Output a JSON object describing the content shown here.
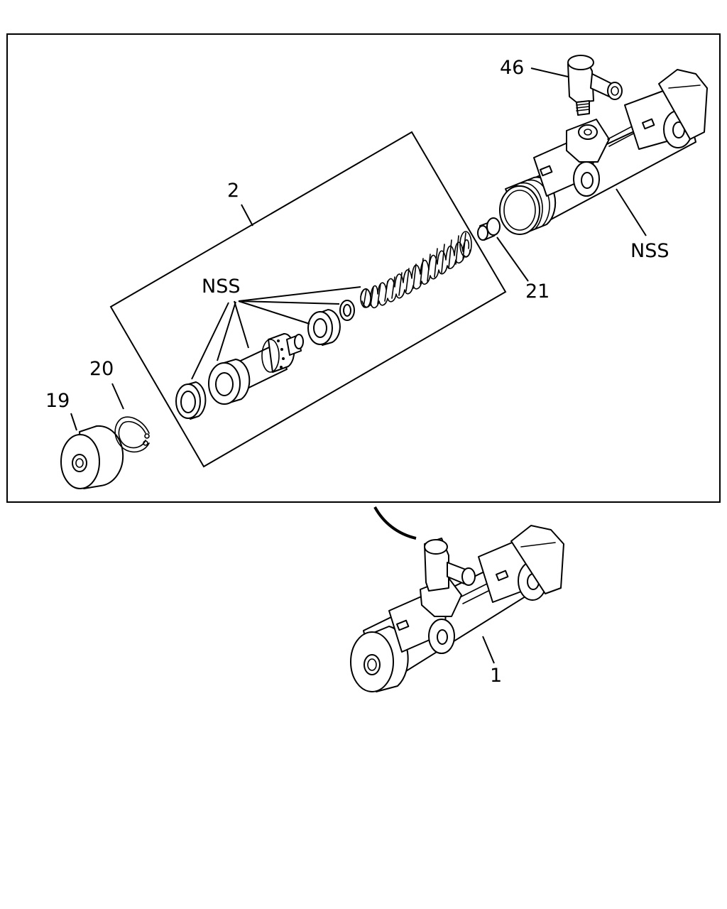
{
  "callouts": {
    "c2": "2",
    "c19": "19",
    "c20": "20",
    "c21": "21",
    "c46": "46",
    "c1": "1",
    "nss_left": "NSS",
    "nss_right": "NSS"
  },
  "colors": {
    "line": "#000000",
    "background": "#ffffff"
  }
}
